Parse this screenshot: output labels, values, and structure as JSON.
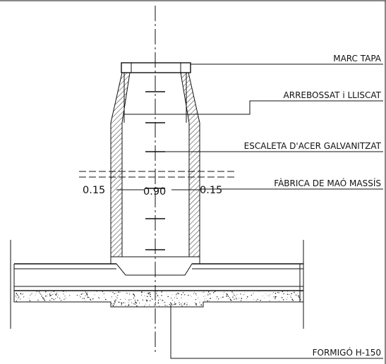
{
  "labels": {
    "marc_tapa": "MARC TAPA",
    "arrebossat": "ARREBOSSAT i LLISCAT",
    "escaleta": "ESCALETA D'ACER GALVANITZAT",
    "fabrica": "FÀBRICA DE MAÓ MASSÍS",
    "formigo": "FORMIGÓ H-150"
  },
  "dimensions": {
    "left_wall": "0.15",
    "inner": "0.90",
    "right_wall": "0.15"
  },
  "colors": {
    "ink": "#111111",
    "background": "#ffffff"
  }
}
